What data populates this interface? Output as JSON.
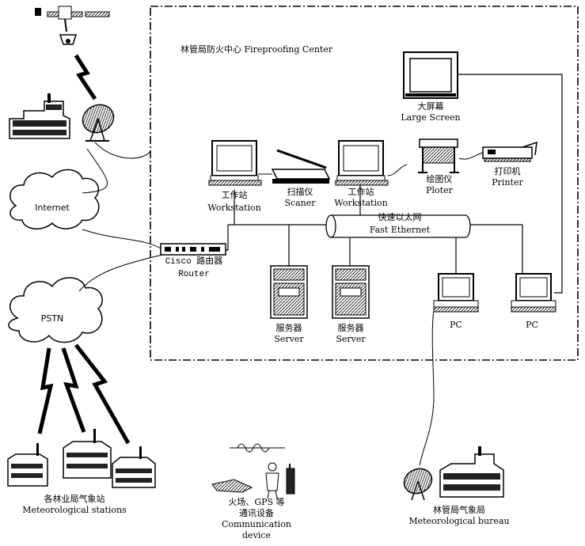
{
  "center": {
    "title": "林管局防火中心 Fireproofing Center"
  },
  "clouds": {
    "internet": "Internet",
    "pstn": "PSTN"
  },
  "router": {
    "line1": "Cisco 路由器",
    "line2": "Router"
  },
  "network": {
    "zh": "快速以太网",
    "en": "Fast Ethernet"
  },
  "devices": {
    "large_screen": {
      "zh": "大屏幕",
      "en": "Large Screen"
    },
    "workstation1": {
      "zh": "工作站",
      "en": "Workstation"
    },
    "scanner": {
      "zh": "扫描仪",
      "en": "Scaner"
    },
    "workstation2": {
      "zh": "工作站",
      "en": "Workstation"
    },
    "plotter": {
      "zh": "绘图仪",
      "en": "Ploter"
    },
    "printer": {
      "zh": "打印机",
      "en": "Printer"
    },
    "server1": {
      "zh": "服务器",
      "en": "Server"
    },
    "server2": {
      "zh": "服务器",
      "en": "Server"
    },
    "pc1": {
      "label": "PC"
    },
    "pc2": {
      "label": "PC"
    }
  },
  "stations": {
    "zh": "各林业局气象站",
    "en": "Meteorological stations"
  },
  "communication": {
    "zh1": "火场、GPS 等",
    "zh2": "通讯设备",
    "en1": "Communication",
    "en2": "device"
  },
  "bureau": {
    "zh": "林管局气象局",
    "en": "Meteorological bureau"
  }
}
